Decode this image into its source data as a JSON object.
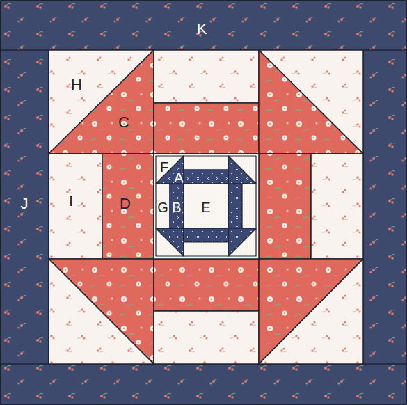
{
  "diagram": {
    "labels": [
      "K",
      "H",
      "C",
      "F",
      "A",
      "J",
      "I",
      "D",
      "G",
      "B",
      "E"
    ]
  }
}
